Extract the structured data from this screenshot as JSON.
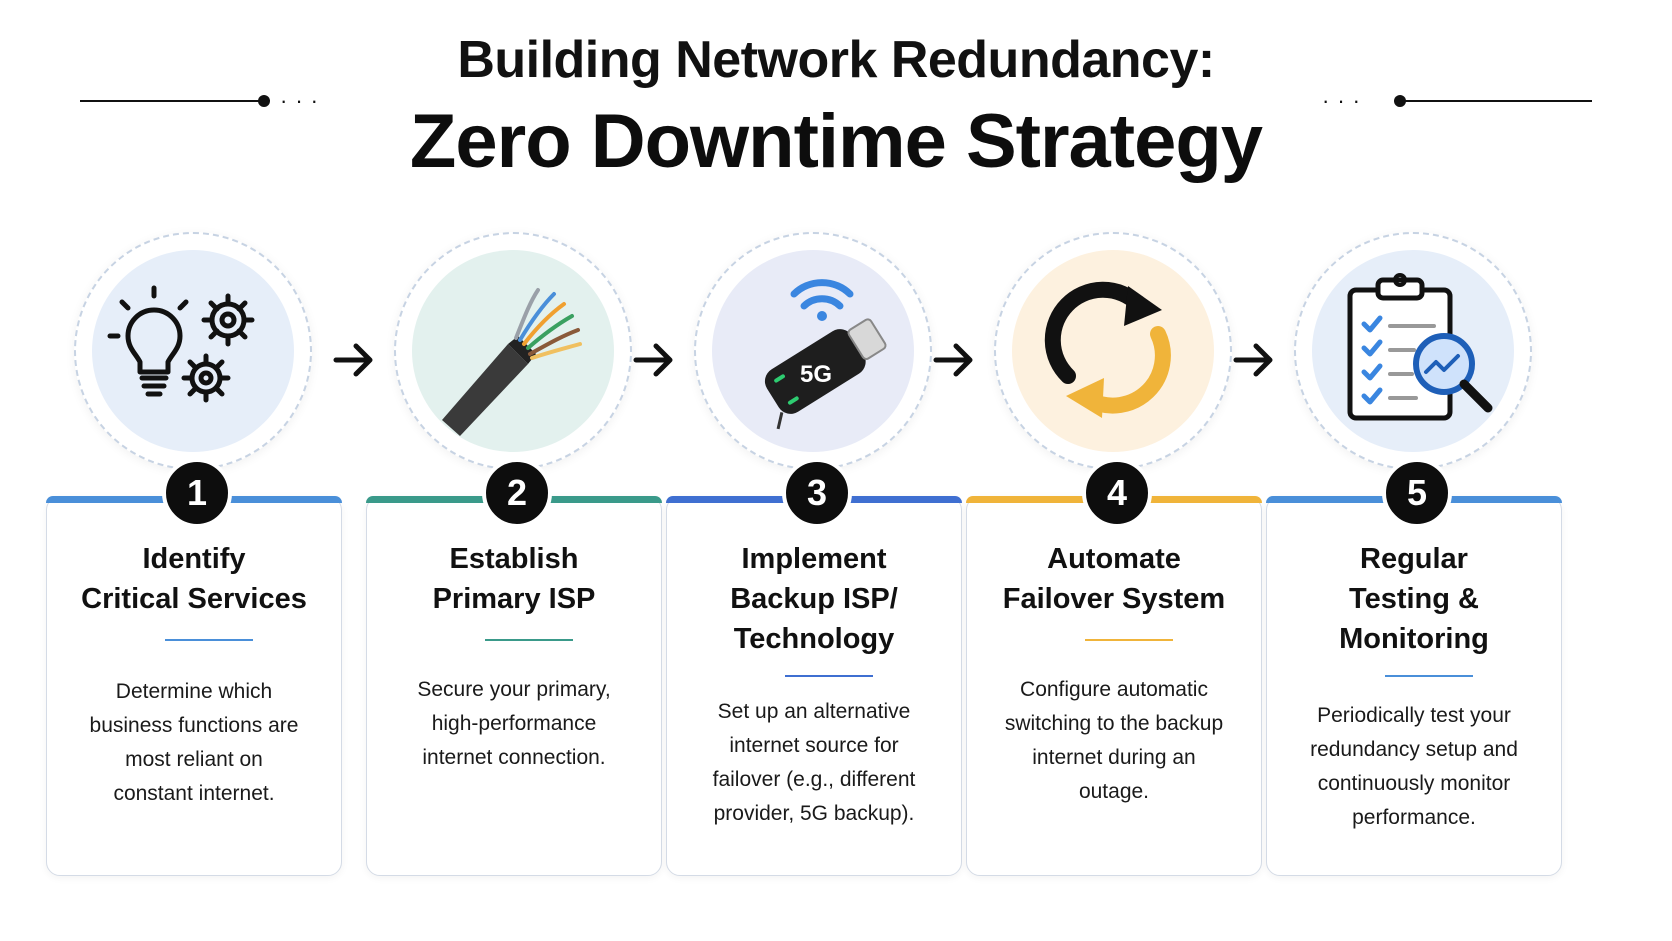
{
  "header": {
    "title_line1": "Building Network Redundancy:",
    "title_line2": "Zero Downtime Strategy"
  },
  "steps": [
    {
      "number": "1",
      "title": "Identify\nCritical Services",
      "description": "Determine which\nbusiness functions are\nmost reliant on\nconstant internet.",
      "icon": "lightbulb-gears-icon",
      "accent": "#4a8fd9"
    },
    {
      "number": "2",
      "title": "Establish\nPrimary ISP",
      "description": "Secure your primary,\nhigh-performance\ninternet connection.",
      "icon": "ethernet-cable-icon",
      "accent": "#3a9a8a"
    },
    {
      "number": "3",
      "title": "Implement\nBackup ISP/\nTechnology",
      "description": "Set up an alternative\ninternet source for\nfailover (e.g., different\nprovider, 5G backup).",
      "icon": "5g-usb-modem-icon",
      "icon_label": "5G",
      "accent": "#3f6fd1"
    },
    {
      "number": "4",
      "title": "Automate\nFailover System",
      "description": "Configure automatic\nswitching to the backup\ninternet during an\noutage.",
      "icon": "sync-arrows-icon",
      "accent": "#f0b43a"
    },
    {
      "number": "5",
      "title": "Regular\nTesting &\nMonitoring",
      "description": "Periodically test your\nredundancy setup and\ncontinuously monitor\nperformance.",
      "icon": "clipboard-magnifier-icon",
      "accent": "#4a8fd9"
    }
  ],
  "colors": {
    "disc_blue": "#e6eef9",
    "disc_teal": "#e3f1ee",
    "disc_lavender": "#e8ebf7",
    "disc_cream": "#fdf1df",
    "text": "#111111"
  }
}
